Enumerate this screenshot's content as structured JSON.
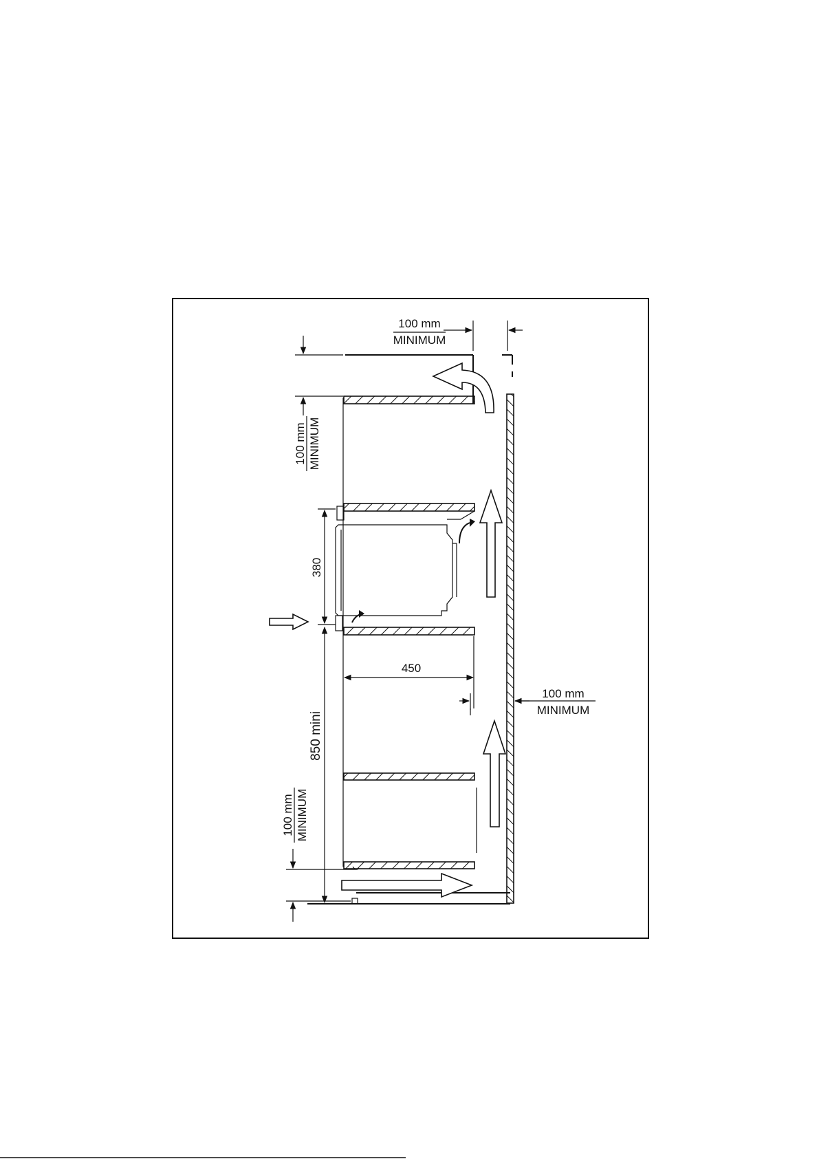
{
  "labels": {
    "top_clearance_value": "100 mm",
    "top_clearance_word": "MINIMUM",
    "left_clearance_value": "100 mm",
    "left_clearance_word": "MINIMUM",
    "rear_clearance_value": "100 mm",
    "rear_clearance_word": "MINIMUM",
    "bottom_clearance_value": "100 mm",
    "bottom_clearance_word": "MINIMUM",
    "oven_height": "380",
    "depth": "450",
    "floor_height": "850 mini"
  },
  "colors": {
    "ink": "#111111",
    "paper": "#ffffff"
  }
}
